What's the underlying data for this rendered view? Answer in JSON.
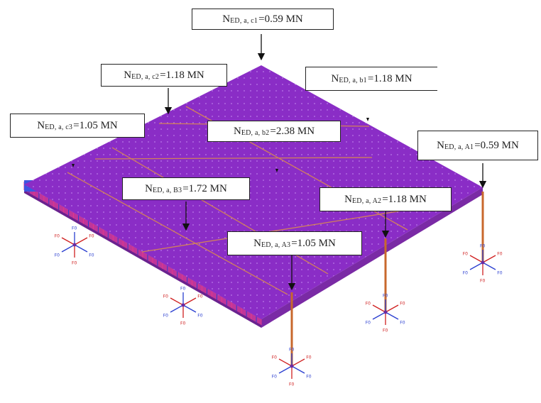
{
  "colors": {
    "slab": "#8e2fc8",
    "slab_edge_left": "#5f1e8a",
    "grid_dots": "#b36fe0",
    "strip_lines": "#d37d4a",
    "column": "#c8682c",
    "support_red": "#d02020",
    "support_blue": "#2a3ed0",
    "edge_strip": "#d93a9e"
  },
  "labels": [
    {
      "id": "c1",
      "n": "N",
      "sub": "ED, a, c1",
      "val": "=0.59 MN"
    },
    {
      "id": "c2",
      "n": "N",
      "sub": "ED, a, c2",
      "val": "=1.18 MN"
    },
    {
      "id": "b1",
      "n": "N",
      "sub": "ED, a, b1",
      "val": "=1.18 MN"
    },
    {
      "id": "c3",
      "n": "N",
      "sub": "ED, a, c3",
      "val": "=1.05 MN"
    },
    {
      "id": "b2",
      "n": "N",
      "sub": "ED, a, b2",
      "val": "=2.38 MN"
    },
    {
      "id": "a1",
      "n": "N",
      "sub": "ED, a, A1",
      "val": "=0.59 MN"
    },
    {
      "id": "b3",
      "n": "N",
      "sub": "ED, a, B3",
      "val": "=1.72 MN"
    },
    {
      "id": "a2",
      "n": "N",
      "sub": "ED, a, A2",
      "val": "=1.18 MN"
    },
    {
      "id": "a3",
      "n": "N",
      "sub": "ED, a, A3",
      "val": "=1.05 MN"
    }
  ],
  "support_symbol_text": "F0",
  "icons": [
    "column-icon",
    "support-icon",
    "load-arrow-icon",
    "dimension-marker-icon"
  ]
}
